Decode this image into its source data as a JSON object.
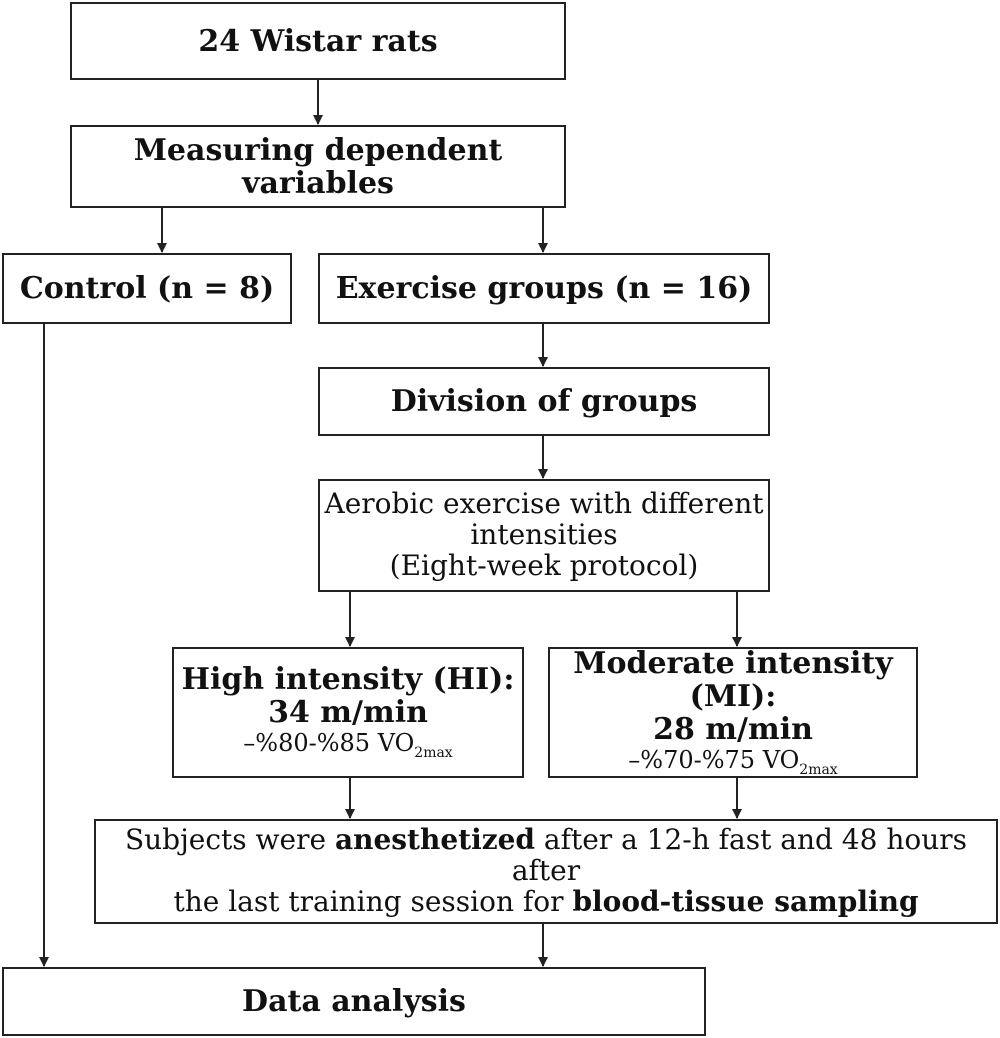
{
  "nodes": {
    "rats": "24 Wistar rats",
    "measuring": "Measuring dependent variables",
    "control": "Control (n = 8)",
    "exercise": "Exercise groups (n = 16)",
    "division": "Division of groups",
    "aerobic": {
      "line1": "Aerobic exercise with different",
      "line2": "intensities",
      "line3": "(Eight-week protocol)"
    },
    "high": {
      "title": "High intensity (HI):",
      "speed": "34 m/min",
      "vo2_prefix": "–%80-%85 VO",
      "vo2_sub": "2max"
    },
    "moderate": {
      "title": "Moderate intensity (MI):",
      "speed": "28 m/min",
      "vo2_prefix": "–%70-%75 VO",
      "vo2_sub": "2max"
    },
    "subjects": {
      "part1": "Subjects were ",
      "bold1": "anesthetized",
      "part2": " after a 12-h fast and 48 hours after",
      "part3": "the last training session for ",
      "bold2": "blood-tissue sampling"
    },
    "analysis": "Data analysis"
  }
}
